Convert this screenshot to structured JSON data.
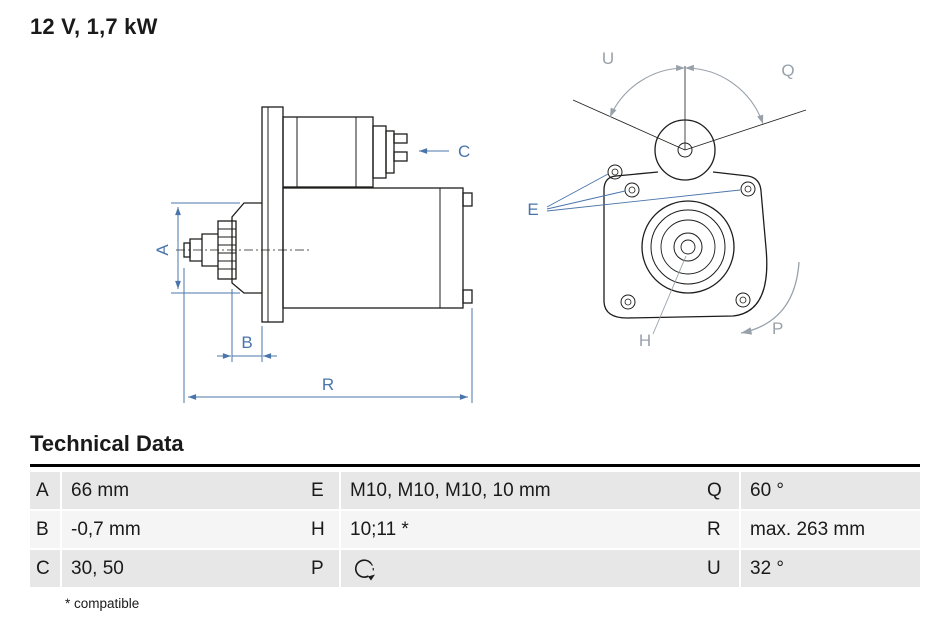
{
  "title": "12 V, 1,7 kW",
  "technical_data": {
    "heading": "Technical Data",
    "rows": [
      {
        "c1_key": "A",
        "c1_value": "66 mm",
        "c2_key": "E",
        "c2_value": "M10, M10, M10, 10 mm",
        "c3_key": "Q",
        "c3_value": "60 °"
      },
      {
        "c1_key": "B",
        "c1_value": "-0,7 mm",
        "c2_key": "H",
        "c2_value": "10;11 *",
        "c3_key": "R",
        "c3_value": "max. 263 mm"
      },
      {
        "c1_key": "C",
        "c1_value": "30, 50",
        "c2_key": "P",
        "c2_value": "",
        "c2_icon": "rotation-direction-icon",
        "c3_key": "U",
        "c3_value": "32 °"
      }
    ],
    "footnote": "* compatible"
  },
  "diagram": {
    "labels": {
      "A": "A",
      "B": "B",
      "C": "C",
      "R": "R",
      "U": "U",
      "Q": "Q",
      "E": "E",
      "H": "H",
      "P": "P"
    }
  },
  "colors": {
    "dimension_blue": "#4a75ab",
    "dimension_gray": "#98a1aa",
    "line_black": "#1d1d1b",
    "row_gray": "#e7e7e7",
    "row_light": "#f5f5f5"
  }
}
